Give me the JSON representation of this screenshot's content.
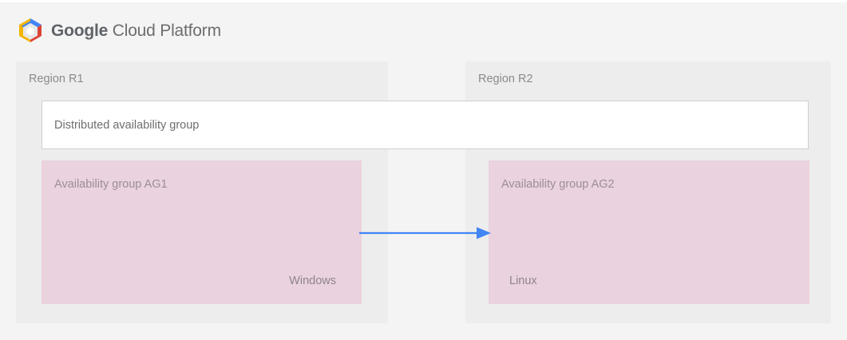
{
  "brand": {
    "logo_icon": "google-cloud-platform-logo-icon",
    "word_strong": "Google",
    "word_light": " Cloud Platform",
    "logo_colors": {
      "blue": "#4285f4",
      "red": "#db4437",
      "yellow": "#f4b400",
      "center": "#ffffff"
    }
  },
  "regions": [
    {
      "id": "r1",
      "label": "Region R1"
    },
    {
      "id": "r2",
      "label": "Region R2"
    }
  ],
  "distributed_group": {
    "label": "Distributed availability group",
    "background": "#ffffff",
    "border_color": "#cfcfcf"
  },
  "availability_groups": [
    {
      "id": "ag1",
      "title": "Availability group AG1",
      "os": "Windows",
      "os_align": "right",
      "color": "#ead2de"
    },
    {
      "id": "ag2",
      "title": "Availability group AG2",
      "os": "Linux",
      "os_align": "left",
      "color": "#ead2de"
    }
  ],
  "arrow": {
    "icon": "right-arrow-icon",
    "direction": "left-to-right",
    "from": "ag1",
    "to": "ag2",
    "color": "#4285f4"
  },
  "palette": {
    "page_background": "#f4f4f4",
    "panel_background": "#ededed",
    "group_fill": "#ead2de",
    "text_muted": "#8b8b8b",
    "accent_blue": "#4285f4"
  }
}
